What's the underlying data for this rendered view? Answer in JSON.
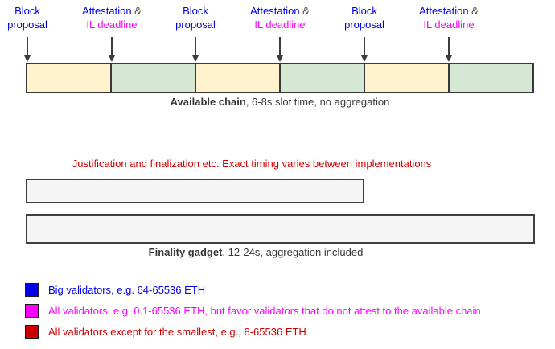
{
  "colors": {
    "slot_proposal_fill": "#FFF2CC",
    "slot_attestation_fill": "#D5E8D4",
    "finality_bar_fill": "#F5F5F5",
    "border_dark": "#383838",
    "blue": "#0000EE",
    "magenta": "#FF00FF",
    "red": "#CC0000"
  },
  "timeline": {
    "events": [
      {
        "line1": "Block",
        "line2": "proposal"
      },
      {
        "line1_blue": "Attestation",
        "line1_amp": " &",
        "line2": "IL deadline"
      },
      {
        "line1": "Block",
        "line2": "proposal"
      },
      {
        "line1_blue": "Attestation",
        "line1_amp": " &",
        "line2": "IL deadline"
      },
      {
        "line1": "Block",
        "line2": "proposal"
      },
      {
        "line1_blue": "Attestation",
        "line1_amp": " &",
        "line2": "IL deadline"
      }
    ],
    "segments": [
      {
        "phase": "proposal",
        "color": "#FFF2CC"
      },
      {
        "phase": "attestation",
        "color": "#D5E8D4"
      },
      {
        "phase": "proposal",
        "color": "#FFF2CC"
      },
      {
        "phase": "attestation",
        "color": "#D5E8D4"
      },
      {
        "phase": "proposal",
        "color": "#FFF2CC"
      },
      {
        "phase": "attestation",
        "color": "#D5E8D4"
      }
    ],
    "caption": {
      "bold": "Available chain",
      "rest": ", 6-8s slot time, no aggregation"
    }
  },
  "finality": {
    "note": "Justification and finalization etc. Exact timing varies between implementations",
    "caption": {
      "bold": "Finality gadget",
      "rest": ", 12-24s, aggregation included"
    }
  },
  "legend": {
    "items": [
      {
        "color": "#0000EE",
        "label": "Big validators, e.g. 64-65536 ETH"
      },
      {
        "color": "#FF00FF",
        "label": "All validators, e.g. 0.1-65536 ETH, but favor validators that do not attest to the available chain"
      },
      {
        "color": "#CC0000",
        "label": "All validators except for the smallest, e.g., 8-65536 ETH"
      }
    ]
  }
}
